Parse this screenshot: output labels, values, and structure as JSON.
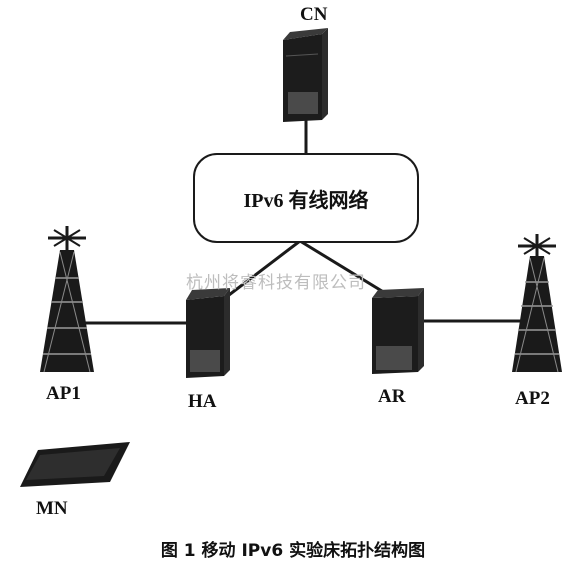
{
  "diagram": {
    "nodes": {
      "cn": {
        "label": "CN",
        "icon": "server-icon"
      },
      "ha": {
        "label": "HA",
        "icon": "server-icon"
      },
      "ar": {
        "label": "AR",
        "icon": "server-icon"
      },
      "ap1": {
        "label": "AP1",
        "icon": "antenna-tower-icon"
      },
      "ap2": {
        "label": "AP2",
        "icon": "antenna-tower-icon"
      },
      "mn": {
        "label": "MN",
        "icon": "laptop-icon"
      }
    },
    "network": {
      "label": "IPv6 有线网络"
    },
    "watermark": "杭州将睿科技有限公司",
    "caption": "图 1   移动 IPv6 实验床拓扑结构图"
  }
}
